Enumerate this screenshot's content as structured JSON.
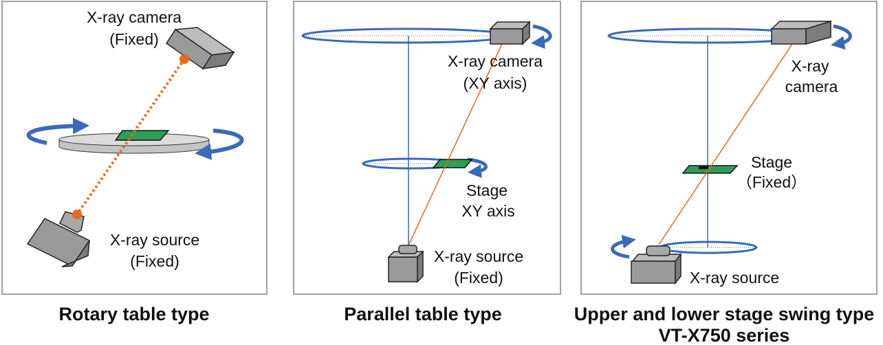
{
  "colors": {
    "ray": "#e8681c",
    "orbit": "#3a6ab8",
    "pcb": "#2e9e57",
    "device": "#9a9a9a"
  },
  "panels": [
    {
      "caption": "Rotary table type",
      "camera_label": [
        "X-ray camera",
        "(Fixed)"
      ],
      "source_label": [
        "X-ray source",
        "(Fixed)"
      ]
    },
    {
      "caption": "Parallel table type",
      "camera_label": [
        "X-ray camera",
        "(XY axis)"
      ],
      "stage_label": [
        "Stage",
        "XY axis"
      ],
      "source_label": [
        "X-ray source",
        "(Fixed)"
      ]
    },
    {
      "caption": "Upper and lower stage swing type",
      "subcaption": "VT-X750 series",
      "camera_label": [
        "X-ray",
        "camera"
      ],
      "stage_label": [
        "Stage",
        "（Fixed）"
      ],
      "source_label": [
        "X-ray source"
      ]
    }
  ]
}
